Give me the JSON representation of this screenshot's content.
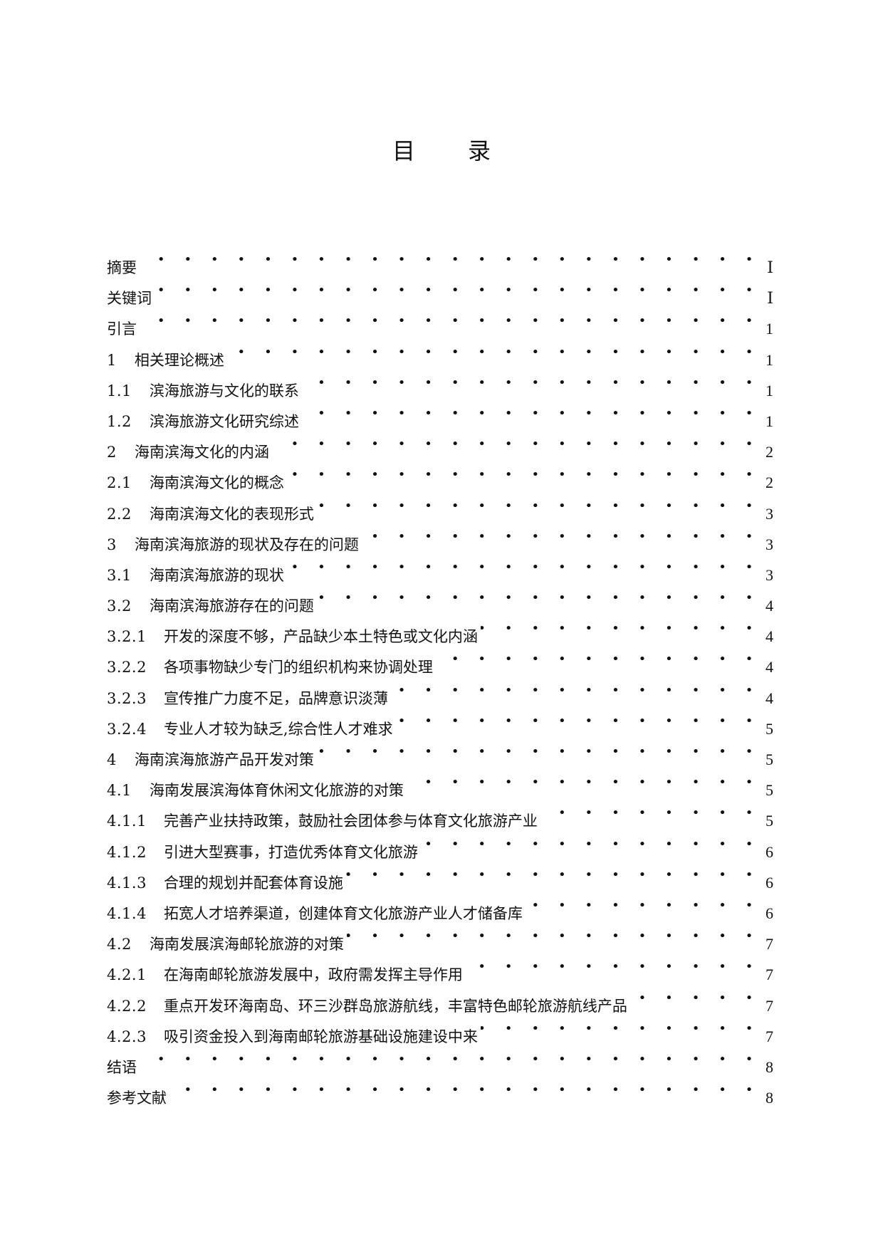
{
  "document": {
    "title_char_1": "目",
    "title_char_2": "录",
    "title": "目录"
  },
  "toc": {
    "entries": [
      {
        "num": "",
        "label": "摘要",
        "page": "Ⅰ"
      },
      {
        "num": "",
        "label": "关键词",
        "page": "Ⅰ"
      },
      {
        "num": "",
        "label": "引言",
        "page": "1"
      },
      {
        "num": "1",
        "label": "相关理论概述",
        "page": "1"
      },
      {
        "num": "1.1",
        "label": "滨海旅游与文化的联系",
        "page": "1"
      },
      {
        "num": "1.2",
        "label": "滨海旅游文化研究综述",
        "page": "1"
      },
      {
        "num": "2",
        "label": "海南滨海文化的内涵",
        "page": "2"
      },
      {
        "num": "2.1",
        "label": "海南滨海文化的概念",
        "page": "2"
      },
      {
        "num": "2.2",
        "label": "海南滨海文化的表现形式",
        "page": "3"
      },
      {
        "num": "3",
        "label": "海南滨海旅游的现状及存在的问题",
        "page": "3"
      },
      {
        "num": "3.1",
        "label": "海南滨海旅游的现状",
        "page": "3"
      },
      {
        "num": "3.2",
        "label": "海南滨海旅游存在的问题",
        "page": "4"
      },
      {
        "num": "3.2.1",
        "label": "开发的深度不够，产品缺少本土特色或文化内涵",
        "page": "4"
      },
      {
        "num": "3.2.2",
        "label": "各项事物缺少专门的组织机构来协调处理",
        "page": "4"
      },
      {
        "num": "3.2.3",
        "label": "宣传推广力度不足，品牌意识淡薄",
        "page": "4"
      },
      {
        "num": "3.2.4",
        "label": "专业人才较为缺乏,综合性人才难求",
        "page": "5"
      },
      {
        "num": "4",
        "label": "海南滨海旅游产品开发对策",
        "page": "5"
      },
      {
        "num": "4.1",
        "label": "海南发展滨海体育休闲文化旅游的对策",
        "page": "5"
      },
      {
        "num": "4.1.1",
        "label": "完善产业扶持政策，鼓励社会团体参与体育文化旅游产业",
        "page": "5"
      },
      {
        "num": "4.1.2",
        "label": "引进大型赛事，打造优秀体育文化旅游",
        "page": "6"
      },
      {
        "num": "4.1.3",
        "label": "合理的规划并配套体育设施",
        "page": "6"
      },
      {
        "num": "4.1.4",
        "label": "拓宽人才培养渠道，创建体育文化旅游产业人才储备库",
        "page": "6"
      },
      {
        "num": "4.2",
        "label": "海南发展滨海邮轮旅游的对策",
        "page": "7"
      },
      {
        "num": "4.2.1",
        "label": "在海南邮轮旅游发展中，政府需发挥主导作用",
        "page": "7"
      },
      {
        "num": "4.2.2",
        "label": "重点开发环海南岛、环三沙群岛旅游航线，丰富特色邮轮旅游航线产品",
        "page": "7"
      },
      {
        "num": "4.2.3",
        "label": "吸引资金投入到海南邮轮旅游基础设施建设中来",
        "page": "7"
      },
      {
        "num": "",
        "label": "结语",
        "page": "8"
      },
      {
        "num": "",
        "label": "参考文献",
        "page": "8"
      }
    ]
  }
}
